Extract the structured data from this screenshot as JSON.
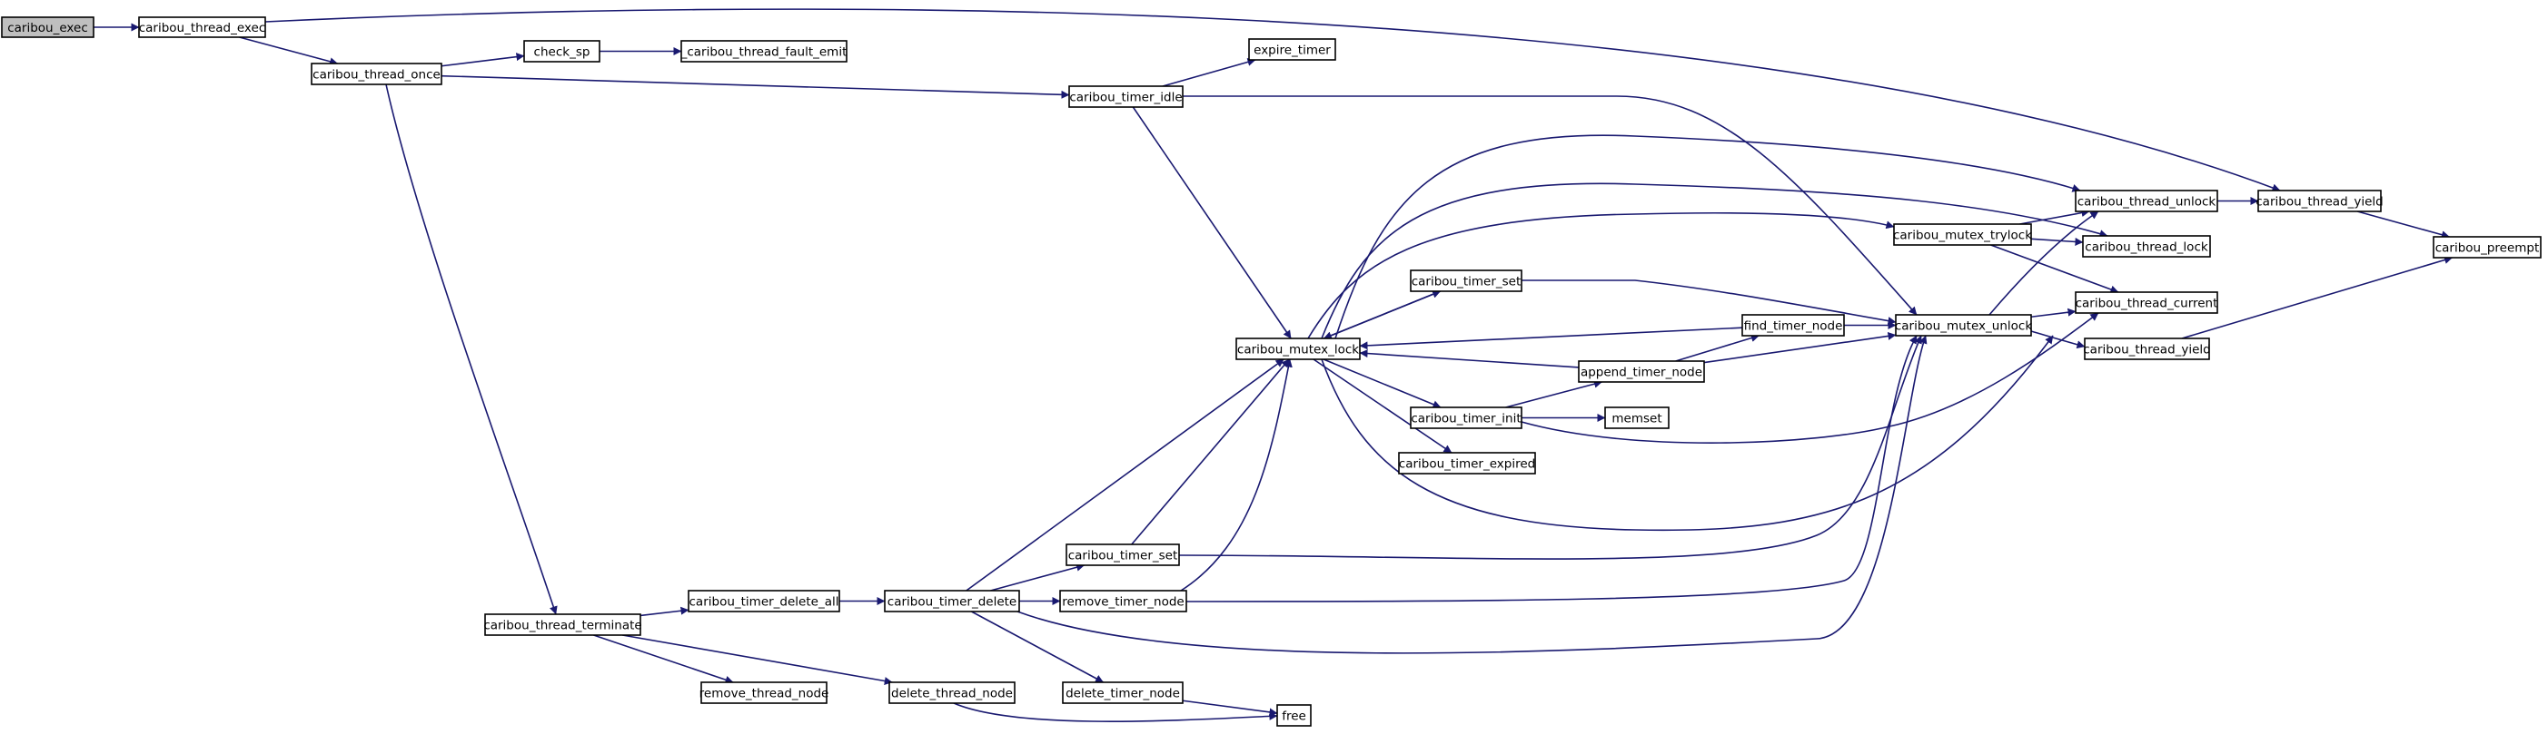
{
  "graph": {
    "nodes": [
      {
        "id": "caribou_exec",
        "label": "caribou_exec",
        "root": true
      },
      {
        "id": "caribou_thread_exec",
        "label": "caribou_thread_exec"
      },
      {
        "id": "caribou_thread_once",
        "label": "caribou_thread_once"
      },
      {
        "id": "check_sp",
        "label": "check_sp"
      },
      {
        "id": "caribou_thread_fault_emit",
        "label": "_caribou_thread_fault_emit"
      },
      {
        "id": "caribou_timer_idle",
        "label": "caribou_timer_idle"
      },
      {
        "id": "expire_timer",
        "label": "expire_timer"
      },
      {
        "id": "caribou_mutex_lock",
        "label": "caribou_mutex_lock"
      },
      {
        "id": "caribou_timer_set_top",
        "label": "caribou_timer_set"
      },
      {
        "id": "caribou_timer_init",
        "label": "caribou_timer_init"
      },
      {
        "id": "caribou_timer_expired",
        "label": "caribou_timer_expired"
      },
      {
        "id": "memset",
        "label": "memset"
      },
      {
        "id": "append_timer_node",
        "label": "append_timer_node"
      },
      {
        "id": "find_timer_node",
        "label": "find_timer_node"
      },
      {
        "id": "caribou_mutex_trylock",
        "label": "caribou_mutex_trylock"
      },
      {
        "id": "caribou_mutex_unlock",
        "label": "caribou_mutex_unlock"
      },
      {
        "id": "caribou_thread_unlock",
        "label": "caribou_thread_unlock"
      },
      {
        "id": "caribou_thread_lock",
        "label": "caribou_thread_lock"
      },
      {
        "id": "caribou_thread_current",
        "label": "caribou_thread_current"
      },
      {
        "id": "caribou_thread_yield_low",
        "label": "caribou_thread_yield"
      },
      {
        "id": "caribou_thread_yield_top",
        "label": "caribou_thread_yield"
      },
      {
        "id": "caribou_preempt",
        "label": "caribou_preempt"
      },
      {
        "id": "caribou_thread_terminate",
        "label": "caribou_thread_terminate"
      },
      {
        "id": "caribou_timer_delete_all",
        "label": "caribou_timer_delete_all"
      },
      {
        "id": "caribou_timer_delete",
        "label": "caribou_timer_delete"
      },
      {
        "id": "caribou_timer_set_low",
        "label": "caribou_timer_set"
      },
      {
        "id": "remove_timer_node",
        "label": "remove_timer_node"
      },
      {
        "id": "delete_timer_node",
        "label": "delete_timer_node"
      },
      {
        "id": "free",
        "label": "free"
      },
      {
        "id": "remove_thread_node",
        "label": "remove_thread_node"
      },
      {
        "id": "delete_thread_node",
        "label": "delete_thread_node"
      }
    ],
    "edges": [
      [
        "caribou_exec",
        "caribou_thread_exec"
      ],
      [
        "caribou_thread_exec",
        "caribou_thread_once"
      ],
      [
        "caribou_thread_exec",
        "caribou_thread_yield_top"
      ],
      [
        "caribou_thread_once",
        "check_sp"
      ],
      [
        "check_sp",
        "caribou_thread_fault_emit"
      ],
      [
        "caribou_thread_once",
        "caribou_timer_idle"
      ],
      [
        "caribou_thread_once",
        "caribou_thread_terminate"
      ],
      [
        "caribou_timer_idle",
        "expire_timer"
      ],
      [
        "caribou_timer_idle",
        "caribou_mutex_lock"
      ],
      [
        "caribou_timer_idle",
        "caribou_mutex_unlock"
      ],
      [
        "caribou_mutex_lock",
        "caribou_thread_unlock"
      ],
      [
        "caribou_mutex_lock",
        "caribou_thread_lock"
      ],
      [
        "caribou_mutex_lock",
        "caribou_mutex_trylock"
      ],
      [
        "caribou_mutex_lock",
        "caribou_timer_set_top"
      ],
      [
        "caribou_mutex_lock",
        "caribou_timer_init"
      ],
      [
        "caribou_mutex_lock",
        "caribou_timer_expired"
      ],
      [
        "caribou_mutex_lock",
        "caribou_mutex_unlock"
      ],
      [
        "caribou_timer_set_top",
        "caribou_mutex_lock"
      ],
      [
        "caribou_timer_set_top",
        "caribou_mutex_unlock"
      ],
      [
        "caribou_timer_init",
        "append_timer_node"
      ],
      [
        "caribou_timer_init",
        "memset"
      ],
      [
        "caribou_timer_init",
        "caribou_thread_current"
      ],
      [
        "append_timer_node",
        "find_timer_node"
      ],
      [
        "append_timer_node",
        "caribou_mutex_lock"
      ],
      [
        "append_timer_node",
        "caribou_mutex_unlock"
      ],
      [
        "find_timer_node",
        "caribou_mutex_lock"
      ],
      [
        "find_timer_node",
        "caribou_mutex_unlock"
      ],
      [
        "caribou_mutex_trylock",
        "caribou_thread_unlock"
      ],
      [
        "caribou_mutex_trylock",
        "caribou_thread_lock"
      ],
      [
        "caribou_mutex_trylock",
        "caribou_thread_current"
      ],
      [
        "caribou_mutex_unlock",
        "caribou_thread_unlock"
      ],
      [
        "caribou_mutex_unlock",
        "caribou_thread_current"
      ],
      [
        "caribou_mutex_unlock",
        "caribou_thread_yield_low"
      ],
      [
        "caribou_thread_unlock",
        "caribou_thread_yield_top"
      ],
      [
        "caribou_thread_yield_top",
        "caribou_preempt"
      ],
      [
        "caribou_thread_yield_low",
        "caribou_preempt"
      ],
      [
        "caribou_thread_terminate",
        "caribou_timer_delete_all"
      ],
      [
        "caribou_thread_terminate",
        "remove_thread_node"
      ],
      [
        "caribou_thread_terminate",
        "delete_thread_node"
      ],
      [
        "caribou_timer_delete_all",
        "caribou_timer_delete"
      ],
      [
        "caribou_timer_delete",
        "caribou_mutex_lock"
      ],
      [
        "caribou_timer_delete",
        "caribou_timer_set_low"
      ],
      [
        "caribou_timer_delete",
        "remove_timer_node"
      ],
      [
        "caribou_timer_delete",
        "delete_timer_node"
      ],
      [
        "caribou_timer_delete",
        "caribou_mutex_unlock"
      ],
      [
        "caribou_timer_set_low",
        "caribou_mutex_lock"
      ],
      [
        "caribou_timer_set_low",
        "caribou_mutex_unlock"
      ],
      [
        "remove_timer_node",
        "caribou_mutex_lock"
      ],
      [
        "remove_timer_node",
        "caribou_mutex_unlock"
      ],
      [
        "delete_timer_node",
        "free"
      ],
      [
        "delete_thread_node",
        "free"
      ]
    ]
  },
  "colors": {
    "edge": "#191970",
    "node_border": "#000000",
    "root_fill": "#bfbfbf",
    "node_fill": "#ffffff"
  }
}
